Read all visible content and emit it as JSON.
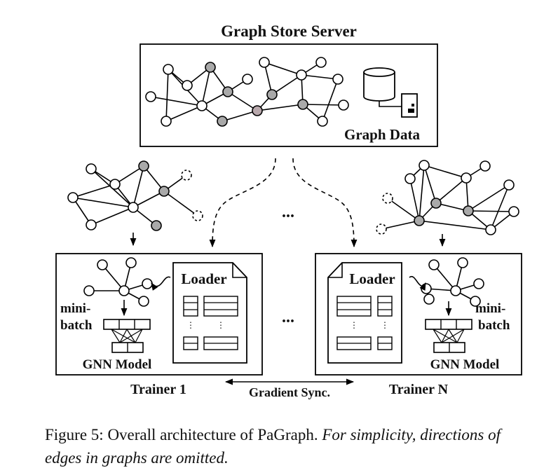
{
  "server": {
    "title": "Graph Store Server",
    "graph_data_label": "Graph Data"
  },
  "trainer1": {
    "name": "Trainer 1",
    "loader_label": "Loader",
    "minibatch_line1": "mini-",
    "minibatch_line2": "batch",
    "model_label": "GNN Model"
  },
  "trainerN": {
    "name": "Trainer N",
    "loader_label": "Loader",
    "minibatch_line1": "mini-",
    "minibatch_line2": "batch",
    "model_label": "GNN Model"
  },
  "gradient_sync_label": "Gradient Sync.",
  "ellipsis": "...",
  "caption": {
    "label": "Figure 5: Overall architecture of PaGraph.",
    "italic": "For simplicity, directions of edges in graphs are omitted."
  },
  "colors": {
    "node_white": "#ffffff",
    "node_gray": "#a9a9a9",
    "node_highlight": "#b8a8ac"
  }
}
